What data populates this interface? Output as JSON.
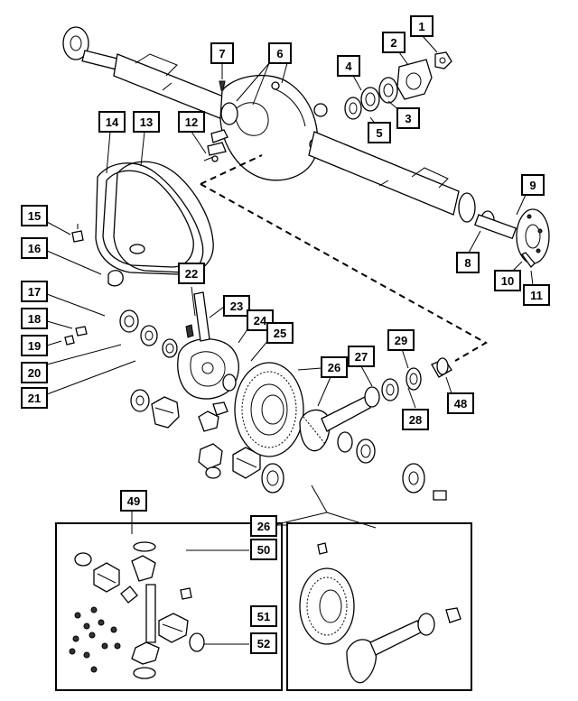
{
  "diagram": {
    "callouts": [
      "1",
      "2",
      "3",
      "4",
      "5",
      "6",
      "7",
      "8",
      "9",
      "10",
      "11",
      "12",
      "13",
      "14",
      "15",
      "16",
      "17",
      "18",
      "19",
      "20",
      "21",
      "22",
      "23",
      "24",
      "25",
      "26",
      "27",
      "28",
      "29",
      "48",
      "49",
      "50",
      "51",
      "52",
      "26"
    ]
  }
}
